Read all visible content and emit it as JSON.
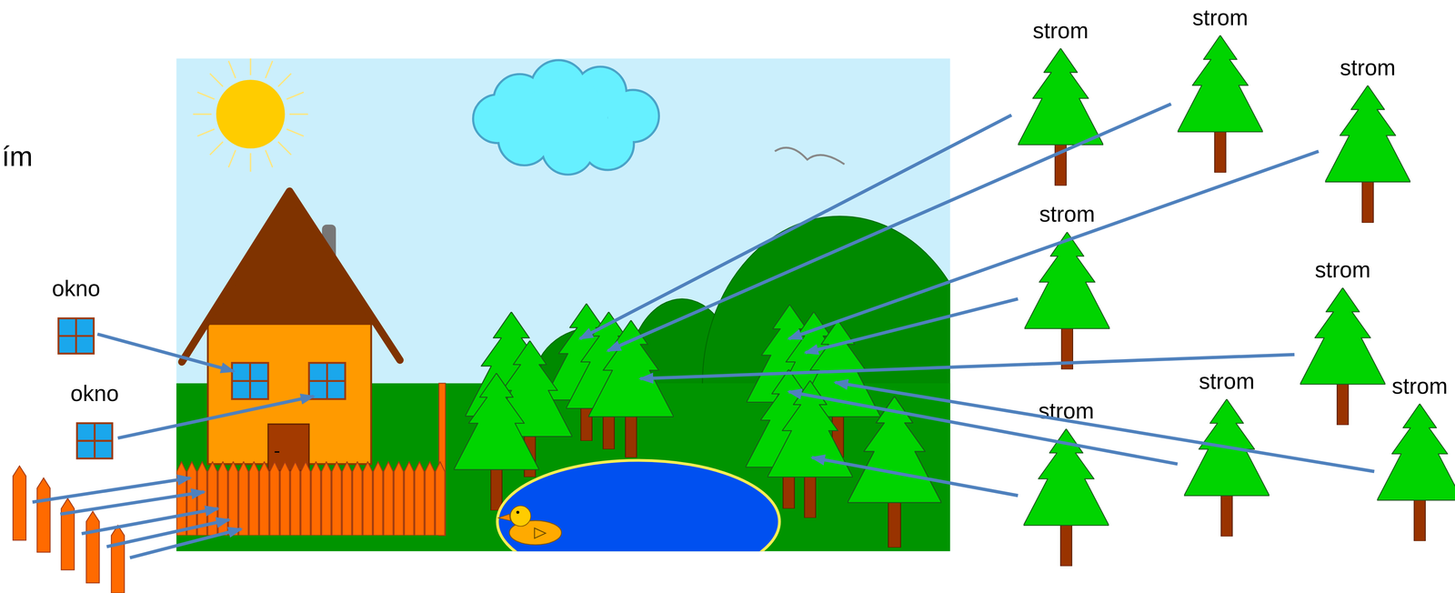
{
  "diagram": {
    "nodes": [
      {
        "text": [
          "okno"
        ]
      },
      {
        "text": [
          "okno"
        ]
      },
      {
        "text": [
          "strom"
        ]
      },
      {
        "text": [
          "strom"
        ]
      },
      {
        "text": [
          "strom"
        ]
      },
      {
        "text": [
          "strom"
        ]
      },
      {
        "text": [
          "strom"
        ]
      },
      {
        "text": [
          "strom"
        ]
      },
      {
        "text": [
          "strom"
        ]
      },
      {
        "text": [
          "strom"
        ]
      }
    ],
    "labels": [
      "ím"
    ]
  }
}
